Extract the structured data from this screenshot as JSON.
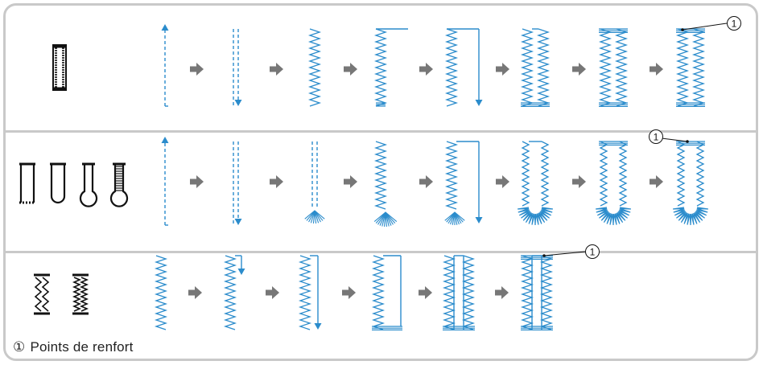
{
  "marker": "①",
  "legend": {
    "marker": "①",
    "text": "Points de renfort"
  },
  "colors": {
    "stitch": "#2b8ccc",
    "arrow": "#777777",
    "frame": "#c9c9c9",
    "ink": "#111111"
  },
  "rows": [
    {
      "id": "row-1",
      "icons": [
        "square-buttonhole-icon"
      ],
      "steps": [
        "up-straight",
        "down-straight",
        "left-bar",
        "left-bar-top",
        "left-bar-down",
        "full-square-open",
        "full-square",
        "full-square-marked"
      ],
      "callout_step": 8
    },
    {
      "id": "row-2",
      "icons": [
        "square-end-buttonhole-icon",
        "round-end-buttonhole-icon",
        "keyhole-buttonhole-icon",
        "keyhole-bartack-buttonhole-icon"
      ],
      "steps": [
        "up-straight",
        "down-straight",
        "down-straight-fan",
        "left-bar-fan",
        "left-bar-fan-down",
        "round-u-open",
        "round-u",
        "round-u-marked"
      ],
      "callout_step": 8
    },
    {
      "id": "row-3",
      "icons": [
        "stretch-buttonhole-icon",
        "heirloom-buttonhole-icon"
      ],
      "steps": [
        "left-bar-plain",
        "left-bar-plain-hook",
        "left-bar-plain-down",
        "l-shape",
        "double-bar",
        "double-bar-marked"
      ],
      "callout_step": 6
    }
  ]
}
